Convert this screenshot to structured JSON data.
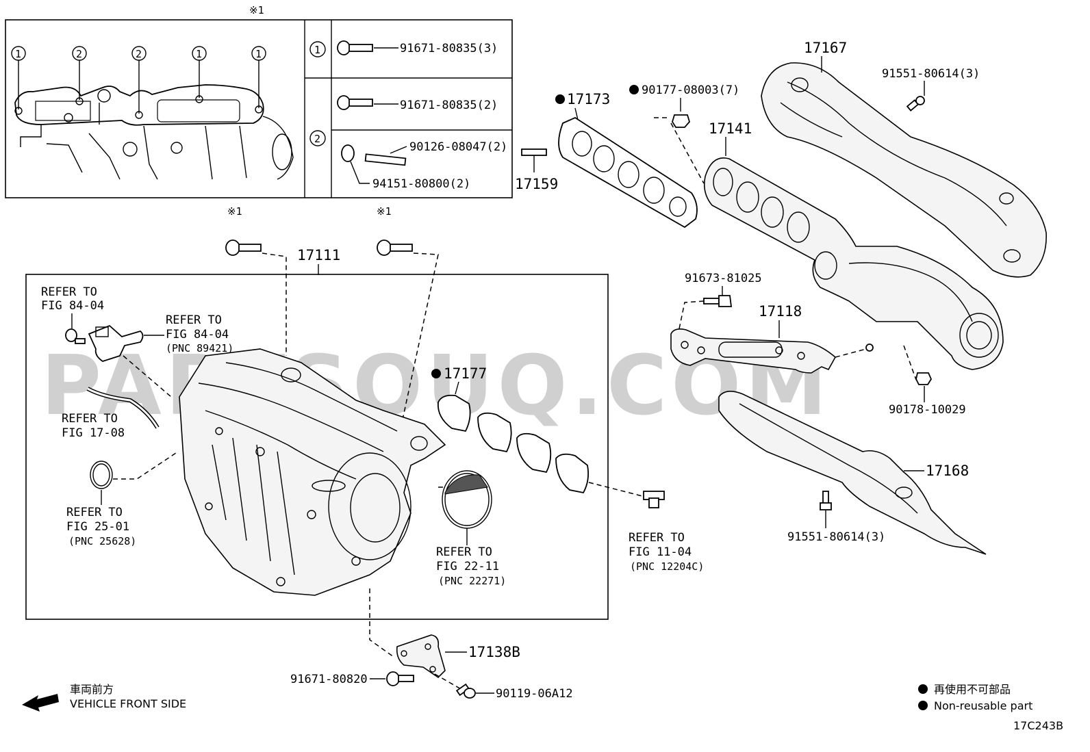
{
  "watermark": "PARTSOUQ.COM",
  "inset": {
    "title_mark": "※1",
    "callouts": [
      "1",
      "2",
      "2",
      "1",
      "1"
    ],
    "rows": [
      {
        "index": "1",
        "bolt": "91671-80835(3)"
      },
      {
        "index": "2",
        "bolt": "91671-80835(2)",
        "stud": "90126-08047(2)",
        "nut": "94151-80800(2)"
      }
    ]
  },
  "parts": {
    "p17167": "17167",
    "p91551_top": "91551-80614(3)",
    "p17173": "17173",
    "p90177": "90177-08003(7)",
    "p17141": "17141",
    "p17159": "17159",
    "p17111": "17111",
    "mark_left": "※1",
    "mark_right": "※1",
    "p91673": "91673-81025",
    "p17118": "17118",
    "p17177": "17177",
    "p90178": "90178-10029",
    "p17168": "17168",
    "p91551_bot": "91551-80614(3)",
    "p17138b": "17138B",
    "p91671_820": "91671-80820",
    "p90119": "90119-06A12"
  },
  "refs": {
    "r1": {
      "line1": "REFER TO",
      "line2": "FIG 84-04"
    },
    "r2": {
      "line1": "REFER TO",
      "line2": "FIG 84-04",
      "pnc": "(PNC 89421)"
    },
    "r3": {
      "line1": "REFER TO",
      "line2": "FIG 17-08"
    },
    "r4": {
      "line1": "REFER TO",
      "line2": "FIG 25-01",
      "pnc": "(PNC 25628)"
    },
    "r5": {
      "line1": "REFER TO",
      "line2": "FIG 22-11",
      "pnc": "(PNC 22271)"
    },
    "r6": {
      "line1": "REFER TO",
      "line2": "FIG 11-04",
      "pnc": "(PNC 12204C)"
    }
  },
  "legend": {
    "front_jp": "車両前方",
    "front_en": "VEHICLE FRONT SIDE",
    "nonreusable_jp": "再使用不可部品",
    "nonreusable_en": "Non-reusable part",
    "figure_code": "17C243B"
  },
  "icons": [
    "bolt-icon",
    "stud-icon",
    "nut-icon",
    "non-reusable-dot-icon",
    "front-arrow-icon"
  ]
}
